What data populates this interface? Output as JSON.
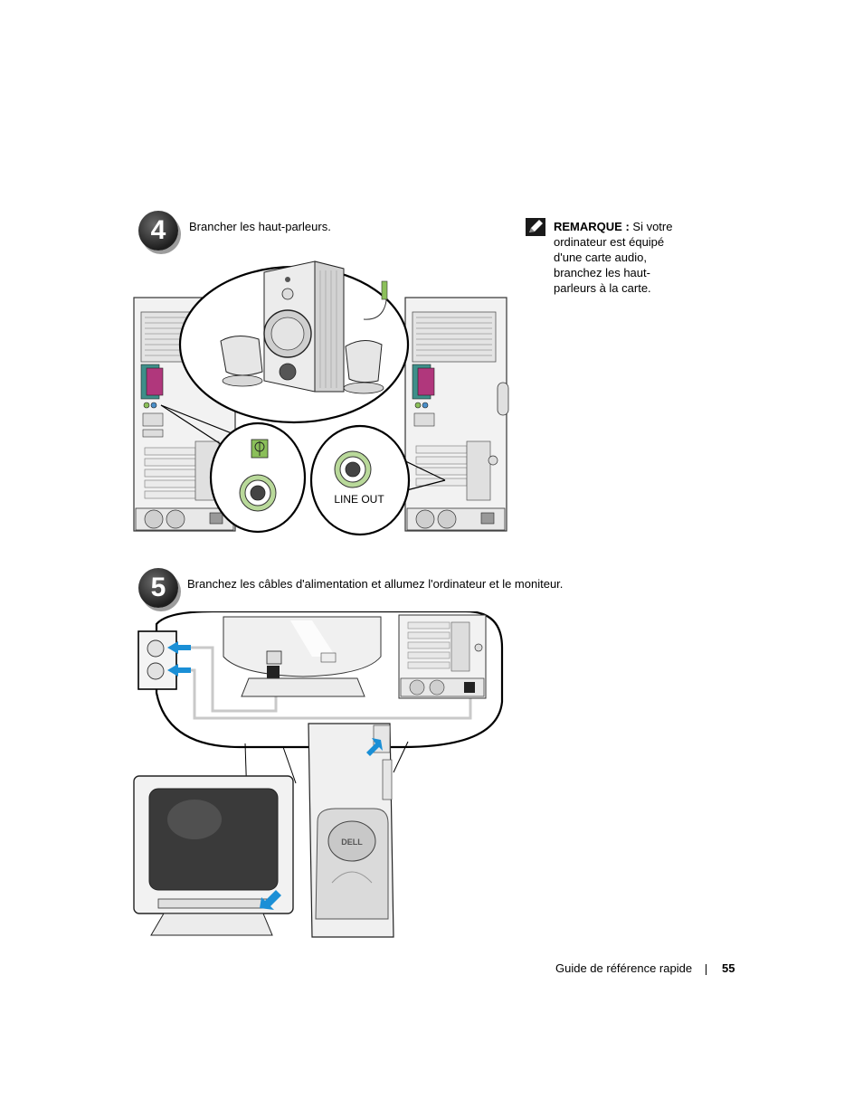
{
  "step4": {
    "number": "4",
    "text": "Brancher les haut-parleurs.",
    "line_out_label": "LINE OUT"
  },
  "note": {
    "label": "REMARQUE :",
    "text": "Si votre ordinateur est équipé d'une carte audio, branchez les haut-parleurs à la carte."
  },
  "step5": {
    "number": "5",
    "text": "Branchez les câbles d'alimentation et allumez l'ordinateur et le moniteur.",
    "brand_logo": "DELL"
  },
  "footer": {
    "title": "Guide de référence rapide",
    "page_number": "55"
  },
  "icons": {
    "note": "pencil-note-icon",
    "audio": "audio-out-icon"
  },
  "colors": {
    "arrow": "#1a8fd6",
    "jack_ring": "#b9d99a",
    "audio_port": "#8bbf5a"
  }
}
